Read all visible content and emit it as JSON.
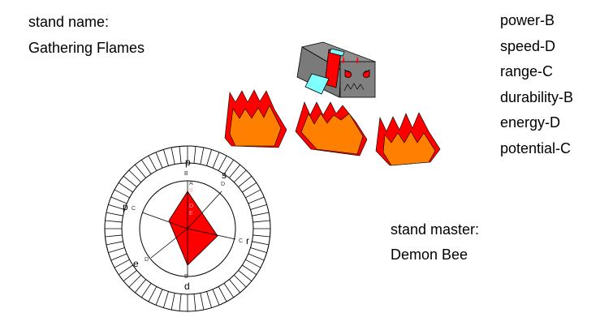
{
  "stand_name": {
    "label": "stand name:",
    "value": "Gathering Flames"
  },
  "stand_master": {
    "label": "stand master:",
    "value": "Demon Bee"
  },
  "stats": [
    {
      "key": "power",
      "grade": "B",
      "text": "power-B"
    },
    {
      "key": "speed",
      "grade": "D",
      "text": "speed-D"
    },
    {
      "key": "range",
      "grade": "C",
      "text": "range-C"
    },
    {
      "key": "durability",
      "grade": "B",
      "text": "durability-B"
    },
    {
      "key": "energy",
      "grade": "D",
      "text": "energy-D"
    },
    {
      "key": "potential",
      "grade": "C",
      "text": "potential-C"
    }
  ],
  "chart_data": {
    "type": "radar",
    "title": "",
    "scale": [
      "E",
      "D",
      "C",
      "B",
      "A"
    ],
    "axes": [
      {
        "letter": "p",
        "name": "power",
        "grade": "B"
      },
      {
        "letter": "s",
        "name": "speed",
        "grade": "D"
      },
      {
        "letter": "r",
        "name": "range",
        "grade": "C"
      },
      {
        "letter": "d",
        "name": "durability",
        "grade": "B"
      },
      {
        "letter": "e",
        "name": "energy",
        "grade": "D"
      },
      {
        "letter": "p",
        "name": "potential",
        "grade": "C"
      }
    ],
    "fill_color": "#ff0000"
  },
  "colors": {
    "flame_outer": "#ff0000",
    "flame_inner": "#ff8000",
    "box": "#808080",
    "cyan": "#80ffff"
  }
}
